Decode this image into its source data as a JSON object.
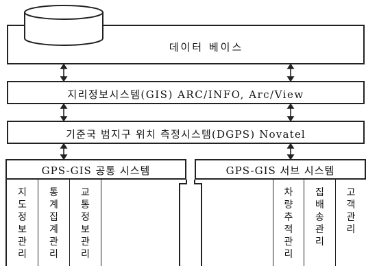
{
  "database": {
    "label": "데이터 베이스"
  },
  "layer_gis": {
    "label": "지리정보시스템(GIS) ARC/INFO, Arc/View"
  },
  "layer_dgps": {
    "label": "기준국 범지구 위치 측정시스템(DGPS) Novatel"
  },
  "common_system": {
    "title": "GPS-GIS 공통 시스템",
    "modules": [
      "지도정보관리",
      "통계집계관리",
      "교통정보관리"
    ]
  },
  "sub_system": {
    "title": "GPS-GIS 서브 시스템",
    "modules": [
      "차량추적관리",
      "집배송관리",
      "고객관리"
    ]
  }
}
